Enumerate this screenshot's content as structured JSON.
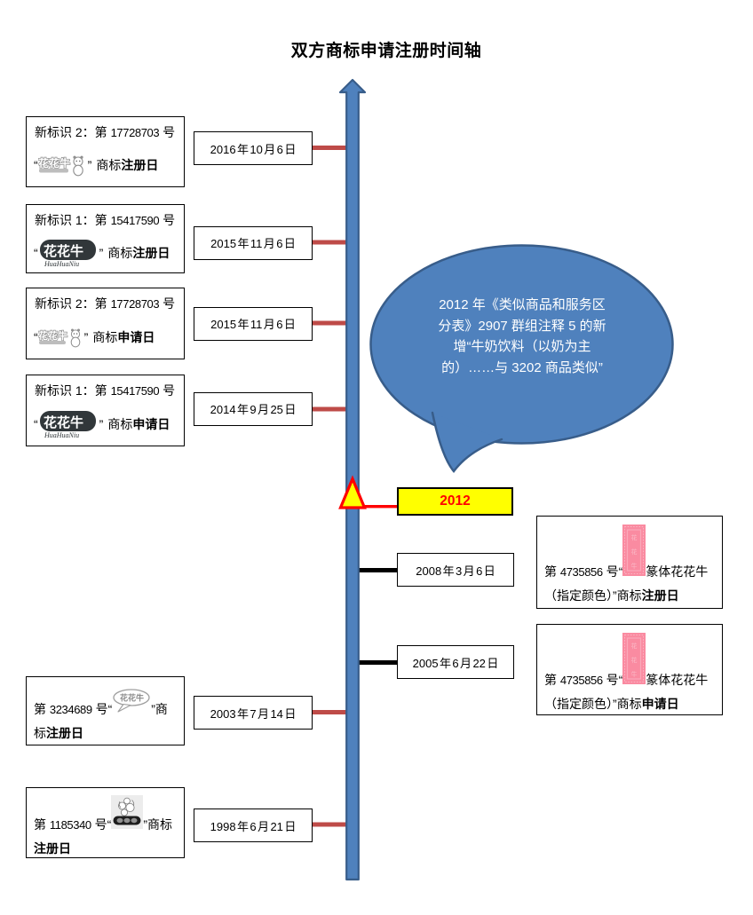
{
  "title": "双方商标申请注册时间轴",
  "colors": {
    "timeline_fill": "#4f81bd",
    "timeline_border": "#385d8a",
    "connector_red": "#be4b48",
    "connector_black": "#000000",
    "marker_red": "#ff0000",
    "marker_yellow": "#ffff00",
    "seal_pink": "#fa8ba1"
  },
  "bubble": {
    "lines": [
      "2012 年《类似商品和服务区",
      "分表》2907 群组注释 5 的新",
      "增“牛奶饮料（以奶为主",
      "的）……与 3202 商品类似”"
    ]
  },
  "marker": {
    "year": "2012"
  },
  "left_boxes": [
    {
      "l1_pre": "新标识 2：第 ",
      "l1_num": "17728703",
      "l1_suf": " 号",
      "open_quote": "“",
      "close_quote": "”",
      "label": "商标",
      "bold": "注册日",
      "logo": "huahuaniu-script-cow-mascot"
    },
    {
      "l1_pre": "新标识 1：第 ",
      "l1_num": "15417590",
      "l1_suf": " 号",
      "open_quote": "“",
      "close_quote": "”",
      "label": "商标",
      "bold": "注册日",
      "logo": "huahuaniu-black-cloud"
    },
    {
      "l1_pre": "新标识 2：第 ",
      "l1_num": "17728703",
      "l1_suf": " 号",
      "open_quote": "“",
      "close_quote": "”",
      "label": "商标",
      "bold": "申请日",
      "logo": "huahuaniu-script-cow-mascot"
    },
    {
      "l1_pre": "新标识 1：第 ",
      "l1_num": "15417590",
      "l1_suf": " 号",
      "open_quote": "“",
      "close_quote": "”",
      "label": "商标",
      "bold": "申请日",
      "logo": "huahuaniu-black-cloud"
    }
  ],
  "bottom_boxes": [
    {
      "pre": "第 ",
      "num": "3234689",
      "mid": " 号“",
      "post": "”商",
      "line2_pre": "标",
      "bold": "注册日",
      "logo": "huahuaniu-speech-bubble"
    },
    {
      "pre": "第 ",
      "num": "1185340",
      "mid": " 号“",
      "post": "”商标",
      "bold": "注册日",
      "logo": "huahuaniu-flower-band"
    }
  ],
  "right_boxes": [
    {
      "pre": "第 ",
      "num": "4735856",
      "mid": " 号“",
      "post": "篆体花花牛",
      "line2": "（指定颜色）”商标",
      "bold": "注册日",
      "logo": "pink-seal"
    },
    {
      "pre": "第 ",
      "num": "4735856",
      "mid": " 号“",
      "post": "篆体花花牛",
      "line2": "（指定颜色）”商标",
      "bold": "申请日",
      "logo": "pink-seal"
    }
  ],
  "dates": [
    {
      "label": "2016 年 10 月 6 日"
    },
    {
      "label": "2015 年 11 月 6 日"
    },
    {
      "label": "2015 年 11 月 6 日"
    },
    {
      "label": "2014 年 9 月 25 日"
    },
    {
      "label": "2008 年 3 月 6 日"
    },
    {
      "label": "2005 年 6 月 22 日"
    },
    {
      "label": "2003 年 7 月 14 日"
    },
    {
      "label": "1998 年 6 月 21 日"
    }
  ],
  "logo_texts": {
    "huahuaniu": "花花牛",
    "huahuaniu_script": "HuaHuaNiu",
    "seal_chars": [
      "花",
      "花",
      "牛"
    ]
  }
}
